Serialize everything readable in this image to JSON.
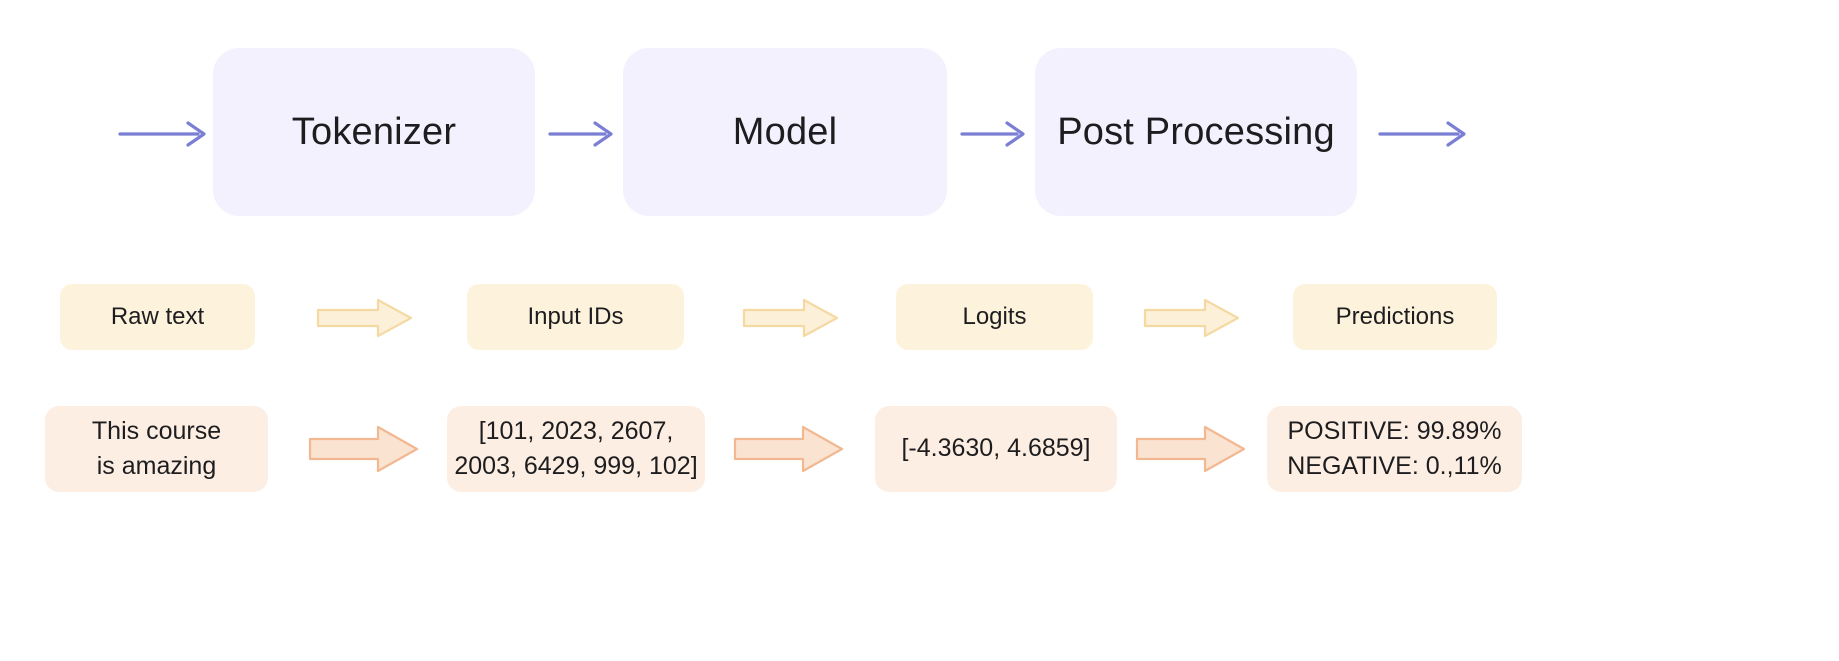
{
  "diagram": {
    "title": "Transformer pipeline: Tokenizer to Model to Post Processing",
    "colors": {
      "background": "#ffffff",
      "stage_fill": "#f3f1fd",
      "stage_text": "#1d1d1f",
      "line_arrow": "#7b7fd4",
      "label_fill": "#fdf3dc",
      "label_arrow_fill": "#fdf0d8",
      "label_arrow_stroke": "#f3d9a4",
      "value_fill": "#fdeee3",
      "value_arrow_fill": "#fbe3d2",
      "value_arrow_stroke": "#f0b храм"
    }
  },
  "pipeline": {
    "stages": [
      {
        "id": "tokenizer",
        "label": "Tokenizer"
      },
      {
        "id": "model",
        "label": "Model"
      },
      {
        "id": "post-processing",
        "label": "Post Processing"
      }
    ],
    "line_arrows": [
      {
        "id": "arrow-input-to-tokenizer"
      },
      {
        "id": "arrow-tokenizer-to-model"
      },
      {
        "id": "arrow-model-to-postprocessing"
      },
      {
        "id": "arrow-postprocessing-to-output"
      }
    ]
  },
  "labels": {
    "items": [
      {
        "id": "raw-text",
        "label": "Raw text"
      },
      {
        "id": "input-ids",
        "label": "Input IDs"
      },
      {
        "id": "logits",
        "label": "Logits"
      },
      {
        "id": "predictions",
        "label": "Predictions"
      }
    ],
    "arrows": [
      {
        "id": "label-arrow-1"
      },
      {
        "id": "label-arrow-2"
      },
      {
        "id": "label-arrow-3"
      }
    ]
  },
  "values": {
    "items": [
      {
        "id": "raw-text-value",
        "lines": [
          "This course",
          "is amazing"
        ]
      },
      {
        "id": "input-ids-value",
        "lines": [
          "[101, 2023, 2607,",
          "2003, 6429, 999, 102]"
        ]
      },
      {
        "id": "logits-value",
        "lines": [
          "[-4.3630, 4.6859]"
        ]
      },
      {
        "id": "predictions-value",
        "lines": [
          "POSITIVE: 99.89%",
          "NEGATIVE: 0.,11%"
        ]
      }
    ],
    "arrows": [
      {
        "id": "value-arrow-1"
      },
      {
        "id": "value-arrow-2"
      },
      {
        "id": "value-arrow-3"
      }
    ]
  }
}
